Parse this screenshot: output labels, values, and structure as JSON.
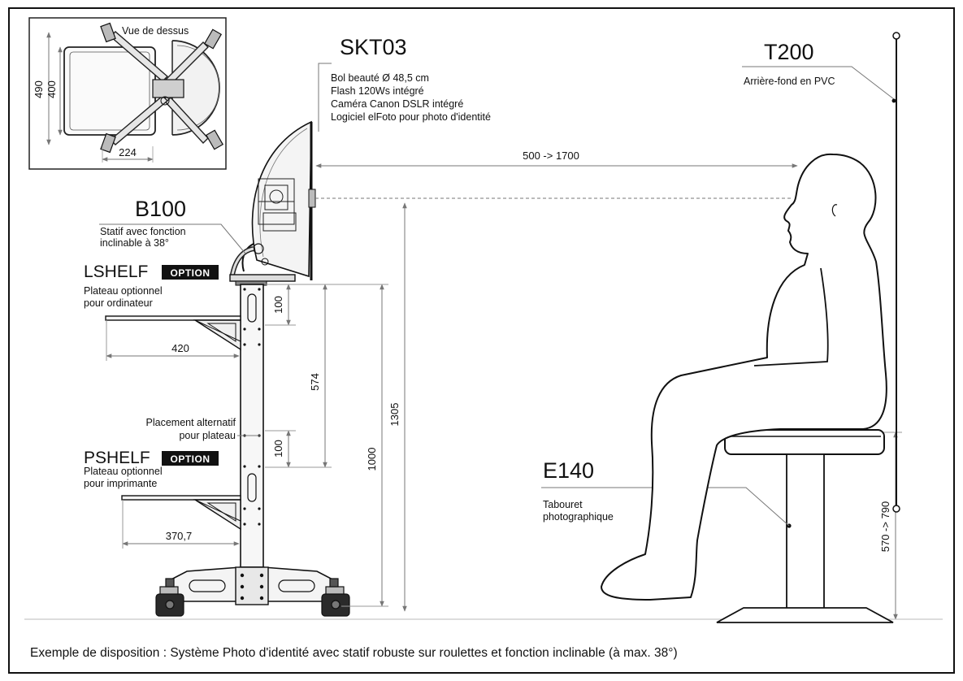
{
  "top_view": {
    "title": "Vue de dessus",
    "dim_490": "490",
    "dim_400": "400",
    "dim_224": "224"
  },
  "skt03": {
    "title": "SKT03",
    "lines": [
      "Bol beauté Ø 48,5 cm",
      "Flash 120Ws intégré",
      "Caméra Canon DSLR intégré",
      "Logiciel elFoto pour photo d'identité"
    ]
  },
  "t200": {
    "title": "T200",
    "desc": "Arrière-fond en PVC"
  },
  "b100": {
    "title": "B100",
    "desc_line1": "Statif avec fonction",
    "desc_line2": "inclinable à 38°"
  },
  "lshelf": {
    "title": "LSHELF",
    "badge": "OPTION",
    "desc_line1": "Plateau optionnel",
    "desc_line2": "pour ordinateur"
  },
  "pshelf": {
    "title": "PSHELF",
    "badge": "OPTION",
    "desc_line1": "Plateau optionnel",
    "desc_line2": "pour imprimante"
  },
  "alt": {
    "line1": "Placement alternatif",
    "line2": "pour plateau"
  },
  "e140": {
    "title": "E140",
    "desc_line1": "Tabouret",
    "desc_line2": "photographique"
  },
  "dims": {
    "distance": "500 -> 1700",
    "d100a": "100",
    "d574": "574",
    "d100b": "100",
    "d1000": "1000",
    "d1305": "1305",
    "d420": "420",
    "d370": "370,7",
    "seat_range": "570 -> 790"
  },
  "caption": "Exemple de disposition : Système Photo d'identité avec statif robuste sur roulettes et fonction inclinable (à max. 38°)"
}
